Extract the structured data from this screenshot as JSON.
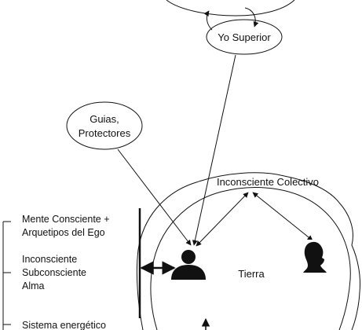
{
  "nodes": {
    "higher_self": "Yo Superior",
    "guides_line1": "Guias,",
    "guides_line2": "Protectores",
    "collective": "Inconsciente Colectivo",
    "earth": "Tierra"
  },
  "layers": [
    {
      "lines": [
        "Mente Consciente +",
        "Arquetipos del Ego"
      ]
    },
    {
      "lines": [
        "Inconsciente",
        "Subconsciente",
        "Alma"
      ]
    },
    {
      "lines": [
        "Sistema energético"
      ]
    }
  ],
  "icons": {
    "person": "person-silhouette-icon",
    "woman": "woman-profile-icon"
  }
}
